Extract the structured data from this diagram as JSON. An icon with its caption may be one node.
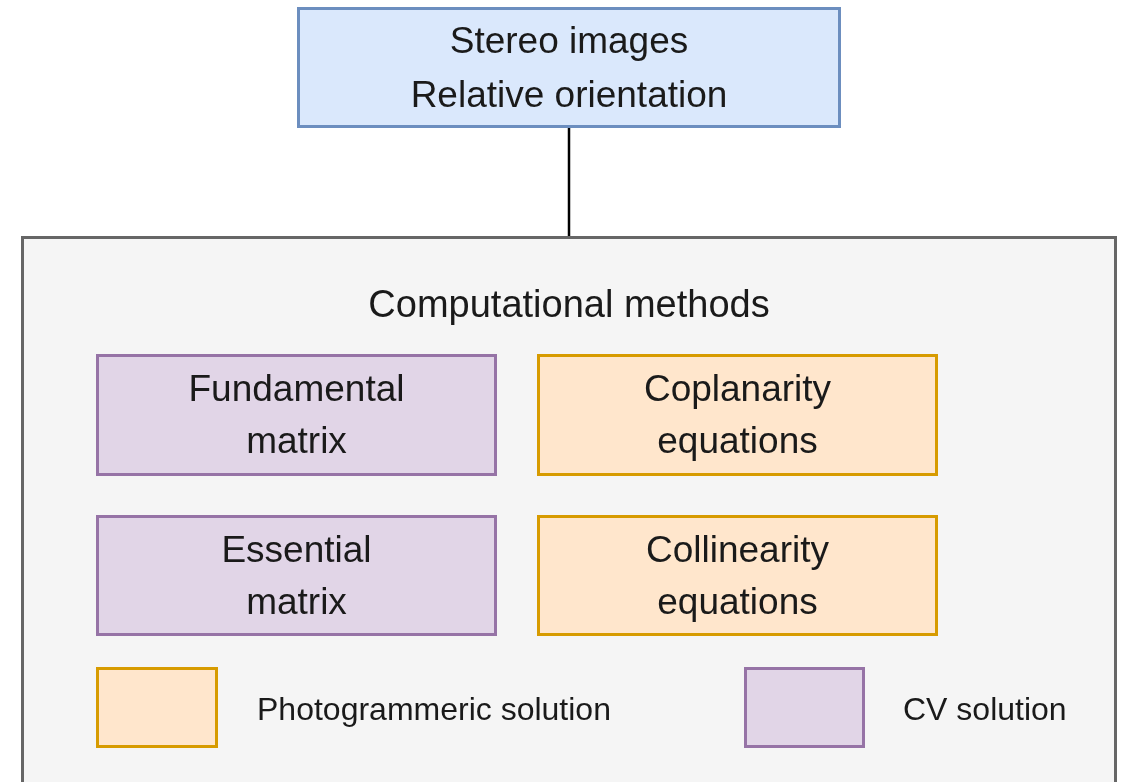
{
  "diagram": {
    "nodes": [
      {
        "text": [
          "Stereo images",
          "Relative orientation"
        ]
      },
      {
        "text": [
          "Computational methods"
        ]
      },
      {
        "text": [
          "Fundamental matrix"
        ],
        "in": 1
      },
      {
        "text": [
          "Coplanarity equations"
        ],
        "in": 1
      },
      {
        "text": [
          "Essential matrix"
        ],
        "in": 1
      },
      {
        "text": [
          "Collinearity equations"
        ],
        "in": 1
      }
    ],
    "edges": [
      {
        "from": 0,
        "to": 1,
        "arrow": "none"
      }
    ],
    "legend": [
      {
        "text": "Photogrammeric solution",
        "color": "#ffe6cc"
      },
      {
        "text": "CV solution",
        "color": "#e1d5e7"
      }
    ]
  }
}
